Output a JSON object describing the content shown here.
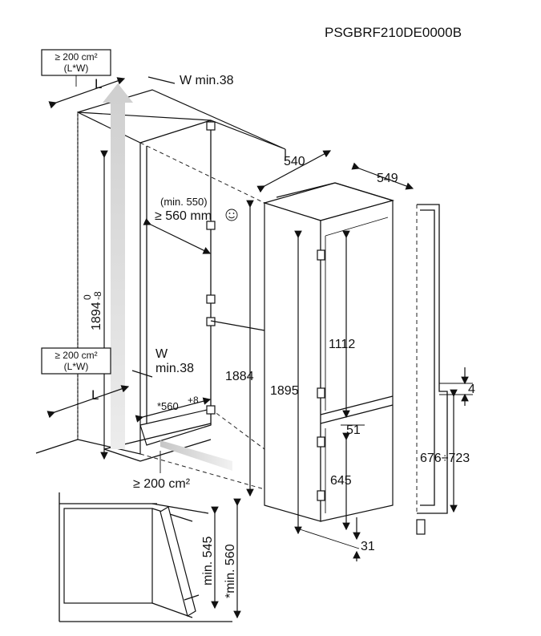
{
  "model_code": "PSGBRF210DE0000B",
  "ventilation_top": {
    "area": "≥ 200 cm²",
    "formula": "(L*W)"
  },
  "ventilation_mid": {
    "area": "≥ 200 cm²",
    "formula": "(L*W)"
  },
  "ventilation_bottom": "≥ 200 cm²",
  "label_L_top": "L",
  "label_L_bottom": "L",
  "w_min_top": "W min.38",
  "w_label_mid": "W",
  "w_min_mid": "min.38",
  "depth_min_alt": "(min. 550)",
  "depth_min": "≥ 560 mm",
  "smile_icon": "smile-icon",
  "niche_height": "1894",
  "niche_tol_upper": "0",
  "niche_tol_lower": "-8",
  "niche_width": "*560",
  "niche_width_tol": "+8",
  "appliance_height": "1884",
  "total_height": "1895",
  "appliance_width": "540",
  "appliance_depth": "549",
  "fridge_height": "1112",
  "gap_height": "51",
  "freezer_height": "645",
  "bottom_gap": "31",
  "door_offset": "4",
  "door_range": "676÷723",
  "section_min_a": "min. 545",
  "section_min_b": "*min. 560",
  "colors": {
    "line": "#111111",
    "airflow": "#d2d2d2"
  }
}
